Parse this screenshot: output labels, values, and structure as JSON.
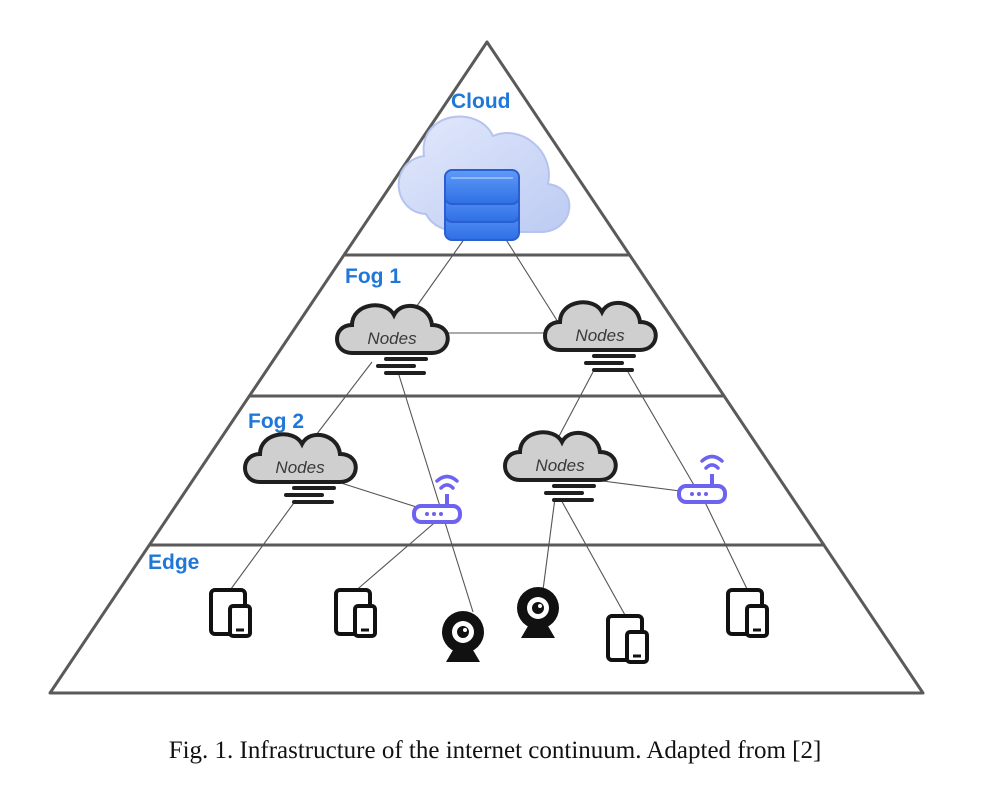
{
  "diagram": {
    "layers": {
      "cloud": "Cloud",
      "fog1": "Fog 1",
      "fog2": "Fog 2",
      "edge": "Edge"
    },
    "node_label": "Nodes",
    "colors": {
      "label": "#1f77d8",
      "outline": "#555555",
      "server": "#3d7ff0",
      "cloud": "#c7d3f7",
      "router": "#6e62f0",
      "node_fill": "#cfcfcf"
    }
  },
  "caption": "Fig. 1.  Infrastructure of the internet continuum. Adapted from [2]"
}
